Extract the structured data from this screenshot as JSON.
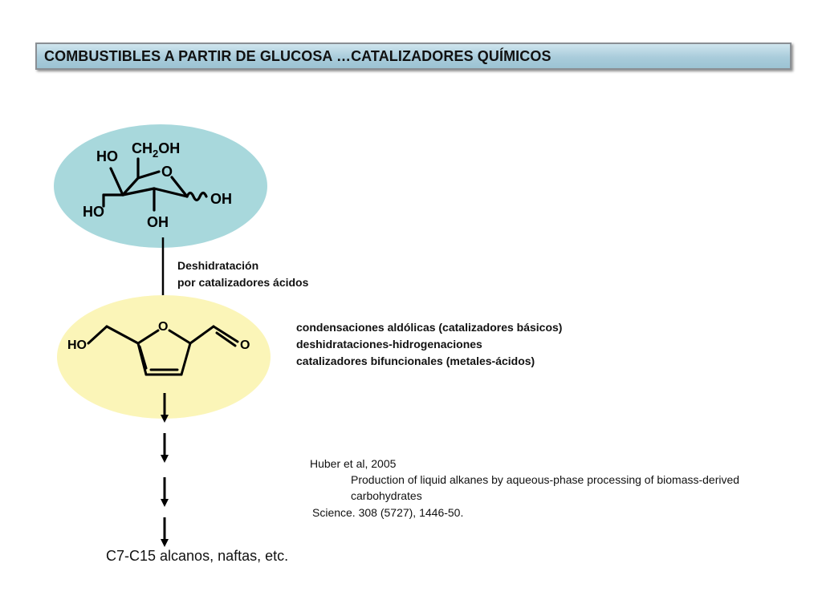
{
  "title": "COMBUSTIBLES A PARTIR DE GLUCOSA …CATALIZADORES QUÍMICOS",
  "glucose": {
    "ch2oh": "CH",
    "ch2oh_sub": "2",
    "ch2oh_tail": "OH",
    "ho_top": "HO",
    "ring_o": "O",
    "oh_right": "OH",
    "ho_left": "HO",
    "oh_bottom": "OH"
  },
  "step1": {
    "line1": "Deshidratación",
    "line2": "por catalizadores  ácidos"
  },
  "hmf": {
    "ho": "HO",
    "ring_o": "O",
    "carbonyl_o": "O"
  },
  "reactions": [
    "condensaciones aldólicas (catalizadores básicos)",
    "deshidrataciones-hidrogenaciones",
    "catalizadores bifuncionales (metales-ácidos)"
  ],
  "reference": {
    "author": "Huber et al, 2005",
    "title_line1": "Production of liquid alkanes by aqueous-phase processing of biomass-derived",
    "title_line2": "carbohydrates",
    "journal": "Science. 308 (5727), 1446-50."
  },
  "product": "C7-C15 alcanos, naftas, etc.",
  "colors": {
    "title_bar": "#a9ccdb",
    "glucose_ellipse": "#a8d8dc",
    "hmf_ellipse": "#fbf5b8"
  }
}
